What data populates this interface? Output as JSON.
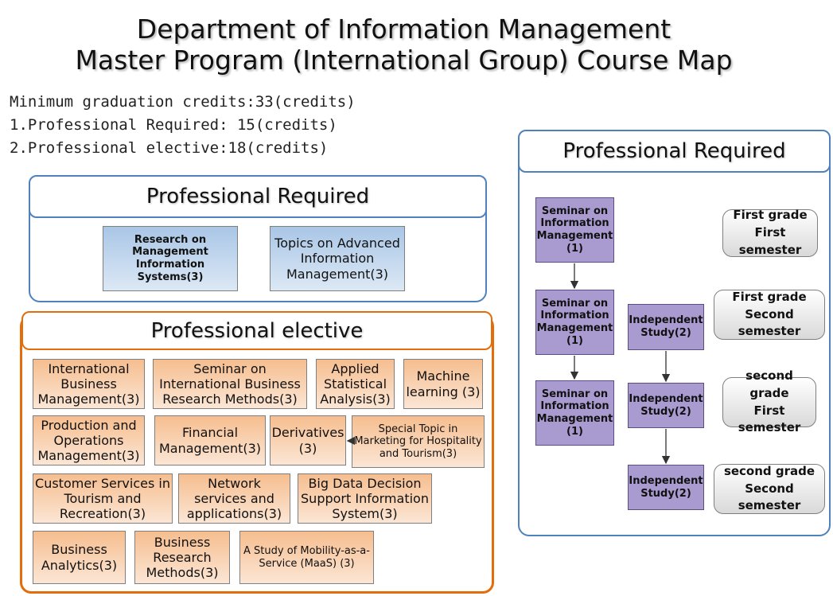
{
  "title": {
    "line1": "Department of Information Management",
    "line2": "Master Program (International Group) Course Map"
  },
  "requirements": [
    "Minimum graduation credits:33(credits)",
    "1.Professional Required: 15(credits)",
    "2.Professional elective:18(credits)"
  ],
  "required_panel": {
    "header": "Professional Required",
    "courses": [
      "Research on Management Information Systems(3)",
      "Topics on Advanced Information Management(3)"
    ]
  },
  "elective_panel": {
    "header": "Professional elective",
    "courses": [
      "International Business Management(3)",
      "Seminar on International Business Research Methods(3)",
      "Applied Statistical Analysis(3)",
      "Machine learning (3)",
      "Production and Operations Management(3)",
      "Financial Management(3)",
      "Derivatives (3)",
      "Special Topic in Marketing for Hospitality and Tourism(3)",
      "Customer Services in Tourism and Recreation(3)",
      "Network services and applications(3)",
      "Big Data Decision Support Information System(3)",
      "Business Analytics(3)",
      "Business Research Methods(3)",
      "A Study of Mobility-as-a-Service (MaaS) (3)"
    ]
  },
  "timeline_panel": {
    "header": "Professional Required",
    "seminars": [
      "Seminar on Information Management (1)",
      "Seminar on Information Management (1)",
      "Seminar on Information Management (1)"
    ],
    "independent": [
      "Independent Study(2)",
      "Independent Study(2)",
      "Independent Study(2)"
    ],
    "semesters": [
      {
        "grade": "First grade",
        "semester": "First semester"
      },
      {
        "grade": "First grade",
        "semester": "Second semester"
      },
      {
        "grade": "second grade",
        "semester": "First semester"
      },
      {
        "grade": "second grade",
        "semester": "Second semester"
      }
    ]
  },
  "colors": {
    "blue_border": "#4f81bd",
    "orange_border": "#e46c0a",
    "purple_box": "#a99bd0",
    "blue_box": "#a9c6e6",
    "orange_box": "#f6be8f"
  }
}
